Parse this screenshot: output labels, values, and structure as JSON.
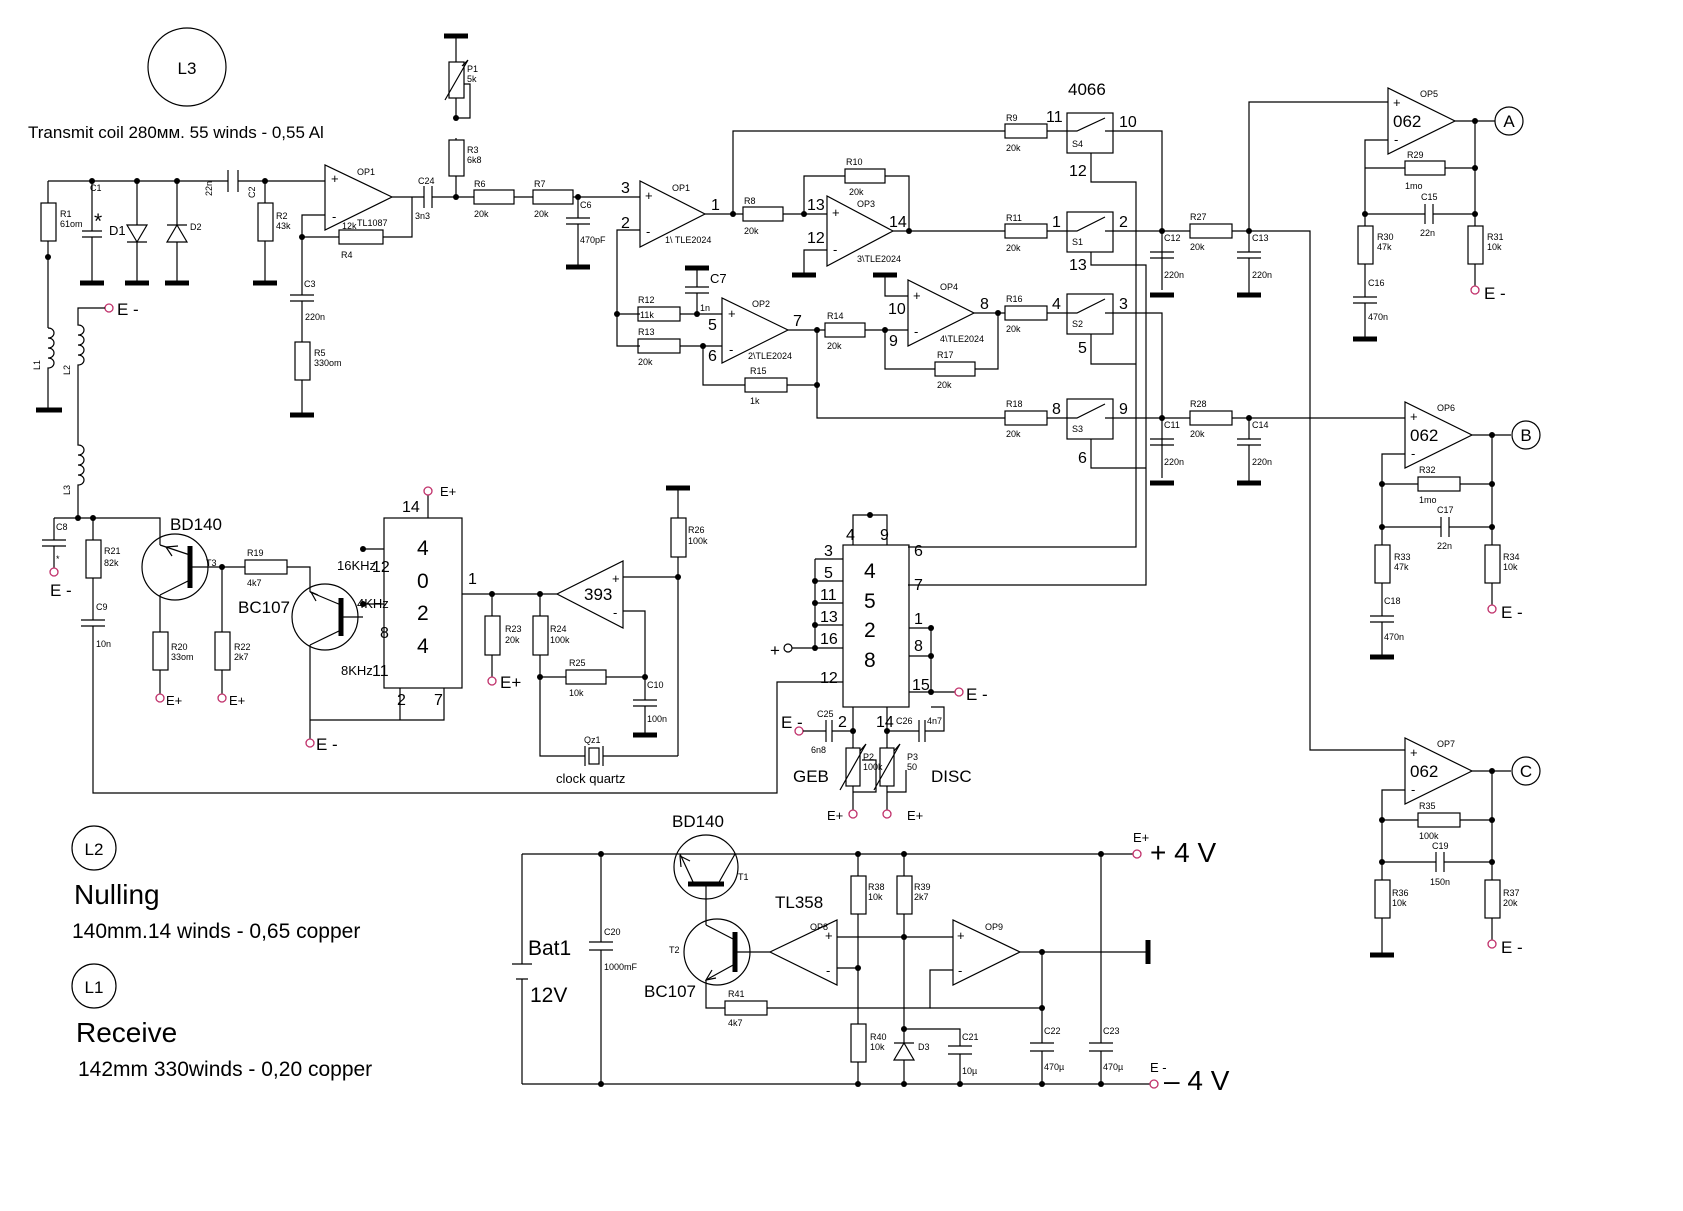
{
  "coils": [
    {
      "id": "L3",
      "label": "L3",
      "desc": "Transmit coil 280мм. 55 winds -  0,55 Al"
    },
    {
      "id": "L2",
      "label": "L2",
      "title": "Nulling",
      "desc": "140mm.14 winds - 0,65 copper"
    },
    {
      "id": "L1",
      "label": "L1",
      "title": "Receive",
      "desc": "142mm 330winds -  0,20 copper"
    }
  ],
  "outputs": {
    "a": "A",
    "b": "B",
    "c": "C"
  },
  "power": {
    "pos": "+ 4 V",
    "neg": "– 4 V",
    "battery": "Bat1",
    "battery_v": "12V",
    "plus": "+"
  },
  "names": {
    "geb": "GEB",
    "disc": "DISC",
    "quartz": "clock quartz",
    "star": "*",
    "star_small": "*",
    "t3": "T3",
    "t1": "T1",
    "t2": "T2",
    "bd140": "BD140",
    "bc107": "BC107",
    "tl358": "TL358",
    "f16": "16KHz",
    "f4": "4KHz",
    "f8": "8KHz",
    "chip4066": "4066",
    "e_pos": "E+",
    "e_neg": "E -"
  },
  "chips": {
    "c4024": [
      "4",
      "0",
      "2",
      "4"
    ],
    "c4528": [
      "4",
      "5",
      "2",
      "8"
    ]
  },
  "opamps": {
    "op1a": "OP1",
    "op1a_type": "TL1087",
    "op1b": "OP1",
    "op1b_type": "1\\ TLE2024",
    "op2": "OP2",
    "op2_type": "2\\TLE2024",
    "op3": "OP3",
    "op3_type": "3\\TLE2024",
    "op4": "OP4",
    "op4_type": "4\\TLE2024",
    "op5": "OP5",
    "op6": "OP6",
    "op7": "OP7",
    "op8": "OP8",
    "op9": "OP9",
    "opv": "062",
    "c393": "393"
  },
  "switches": {
    "s1": "S1",
    "s2": "S2",
    "s3": "S3",
    "s4": "S4"
  },
  "parts": {
    "R1": [
      "R1",
      "61om"
    ],
    "R2": [
      "R2",
      "43k"
    ],
    "R3": [
      "R3",
      "6k8"
    ],
    "R4": [
      "R4",
      "12k"
    ],
    "R5": [
      "R5",
      "330om"
    ],
    "R6": [
      "R6",
      "20k"
    ],
    "R7": [
      "R7",
      "20k"
    ],
    "R8": [
      "R8",
      "20k"
    ],
    "R9": [
      "R9",
      "20k"
    ],
    "R10": [
      "R10",
      "20k"
    ],
    "R11": [
      "R11",
      "20k"
    ],
    "R12": [
      "R12",
      "11k"
    ],
    "R13": [
      "R13",
      "20k"
    ],
    "R14": [
      "R14",
      "20k"
    ],
    "R15": [
      "R15",
      "1k"
    ],
    "R16": [
      "R16",
      "20k"
    ],
    "R17": [
      "R17",
      "20k"
    ],
    "R18": [
      "R18",
      "20k"
    ],
    "R19": [
      "R19",
      "4k7"
    ],
    "R20": [
      "R20",
      "33om"
    ],
    "R21": [
      "R21",
      "82k"
    ],
    "R22": [
      "R22",
      "2k7"
    ],
    "R23": [
      "R23",
      "20k"
    ],
    "R24": [
      "R24",
      "100k"
    ],
    "R25": [
      "R25",
      "10k"
    ],
    "R26": [
      "R26",
      "100k"
    ],
    "R27": [
      "R27",
      "20k"
    ],
    "R28": [
      "R28",
      "20k"
    ],
    "R29": [
      "R29",
      "1mo"
    ],
    "R30": [
      "R30",
      "47k"
    ],
    "R31": [
      "R31",
      "10k"
    ],
    "R32": [
      "R32",
      "1mo"
    ],
    "R33": [
      "R33",
      "47k"
    ],
    "R34": [
      "R34",
      "10k"
    ],
    "R35": [
      "R35",
      "100k"
    ],
    "R36": [
      "R36",
      "10k"
    ],
    "R37": [
      "R37",
      "20k"
    ],
    "R38": [
      "R38",
      "10k"
    ],
    "R39": [
      "R39",
      "2k7"
    ],
    "R40": [
      "R40",
      "10k"
    ],
    "R41": [
      "R41",
      "4k7"
    ],
    "P1": [
      "P1",
      "5k"
    ],
    "P2": [
      "P2",
      "100k"
    ],
    "P3": [
      "P3",
      "50"
    ],
    "C1": [
      "C1",
      ""
    ],
    "C2": [
      "C2",
      "22n"
    ],
    "C3": [
      "C3",
      "220n"
    ],
    "C6": [
      "C6",
      "470pF"
    ],
    "C7": [
      "C7",
      "1n"
    ],
    "C8": [
      "C8",
      ""
    ],
    "C9": [
      "C9",
      "10n"
    ],
    "C10": [
      "C10",
      "100n"
    ],
    "C11": [
      "C11",
      "220n"
    ],
    "C12": [
      "C12",
      "220n"
    ],
    "C13": [
      "C13",
      "220n"
    ],
    "C14": [
      "C14",
      "220n"
    ],
    "C15": [
      "C15",
      "22n"
    ],
    "C16": [
      "C16",
      "470n"
    ],
    "C17": [
      "C17",
      "22n"
    ],
    "C18": [
      "C18",
      "470n"
    ],
    "C19": [
      "C19",
      "150n"
    ],
    "C20": [
      "C20",
      "1000mF"
    ],
    "C21": [
      "C21",
      "10µ"
    ],
    "C22": [
      "C22",
      "470µ"
    ],
    "C23": [
      "C23",
      "470µ"
    ],
    "C24": [
      "C24",
      "3n3"
    ],
    "C25": [
      "C25",
      "6n8"
    ],
    "C26": [
      "C26",
      "4n7"
    ],
    "D1": [
      "D1",
      ""
    ],
    "D2": [
      "D2",
      ""
    ],
    "D3": [
      "D3",
      ""
    ],
    "Qz1": [
      "Qz1",
      ""
    ]
  },
  "pins": {
    "p1": "1",
    "p2": "2",
    "p3": "3",
    "p4": "4",
    "p5": "5",
    "p6": "6",
    "p7": "7",
    "p8": "8",
    "p9": "9",
    "p10": "10",
    "p11": "11",
    "p12": "12",
    "p13": "13",
    "p14": "14",
    "p15": "15",
    "p16": "16",
    "ninv": "-",
    "inv": "+"
  }
}
